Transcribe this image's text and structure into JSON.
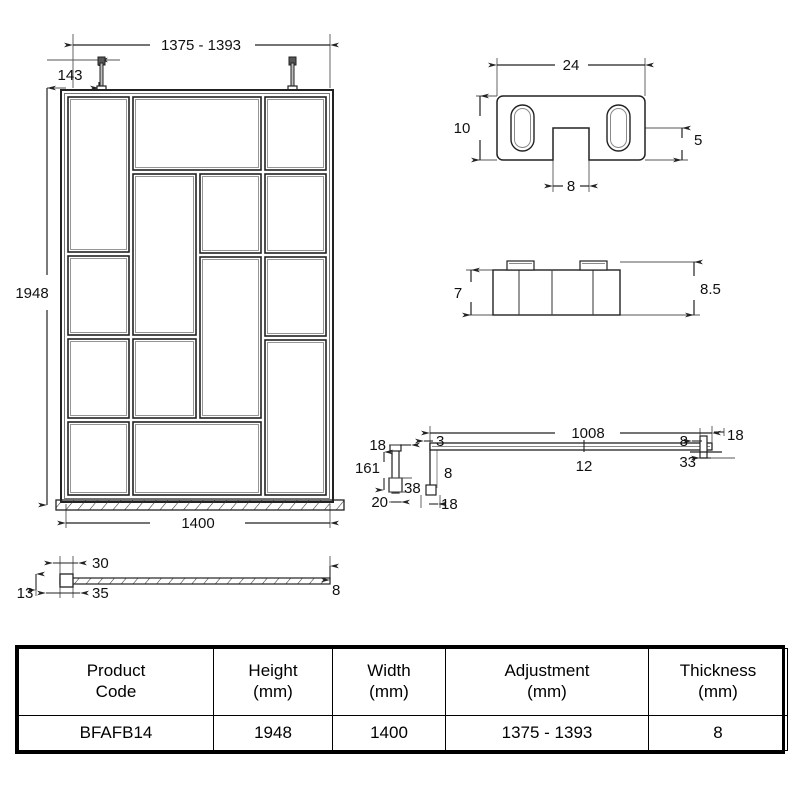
{
  "drawing": {
    "title_code": "BFAFB14",
    "panel_view": {
      "name": "black-framed-shower-screen-front-elevation",
      "dim_top_width": "1375 - 1393",
      "dim_top_offset": "143",
      "dim_height": "1948",
      "dim_base_width": "1400"
    },
    "bracket_plan_view": {
      "name": "wall-bracket-plan-view",
      "dim_width": "24",
      "dim_height": "10",
      "dim_notch": "8",
      "dim_right": "5"
    },
    "bracket_side_view": {
      "name": "wall-bracket-side-view",
      "dim_left": "7",
      "dim_right": "8.5"
    },
    "support_bar_view": {
      "name": "support-arm-detail-view",
      "dim_length": "1008",
      "dim_mid": "12",
      "dim_left_top": "18",
      "dim_left_height": "161",
      "dim_left_bottom": "20",
      "dim_left_block": "38",
      "dim_arm_top": "3",
      "dim_arm_vert": "8",
      "dim_arm_bottom": "18",
      "dim_right_top": "8",
      "dim_right_edge": "18",
      "dim_right_bottom": "33"
    },
    "base_profile_view": {
      "name": "glass-panel-plan-profile-view",
      "dim_a": "30",
      "dim_b": "13",
      "dim_c": "35",
      "dim_d": "8"
    }
  },
  "spec_table": {
    "headers": [
      {
        "line1": "Product",
        "line2": "Code"
      },
      {
        "line1": "Height",
        "line2": "(mm)"
      },
      {
        "line1": "Width",
        "line2": "(mm)"
      },
      {
        "line1": "Adjustment",
        "line2": "(mm)"
      },
      {
        "line1": "Thickness",
        "line2": "(mm)"
      }
    ],
    "rows": [
      {
        "code": "BFAFB14",
        "height": "1948",
        "width": "1400",
        "adjustment": "1375 - 1393",
        "thickness": "8"
      }
    ]
  },
  "colors": {
    "line": "#222222",
    "line_light": "#8a8a8a",
    "text": "#111111",
    "background": "#ffffff"
  }
}
